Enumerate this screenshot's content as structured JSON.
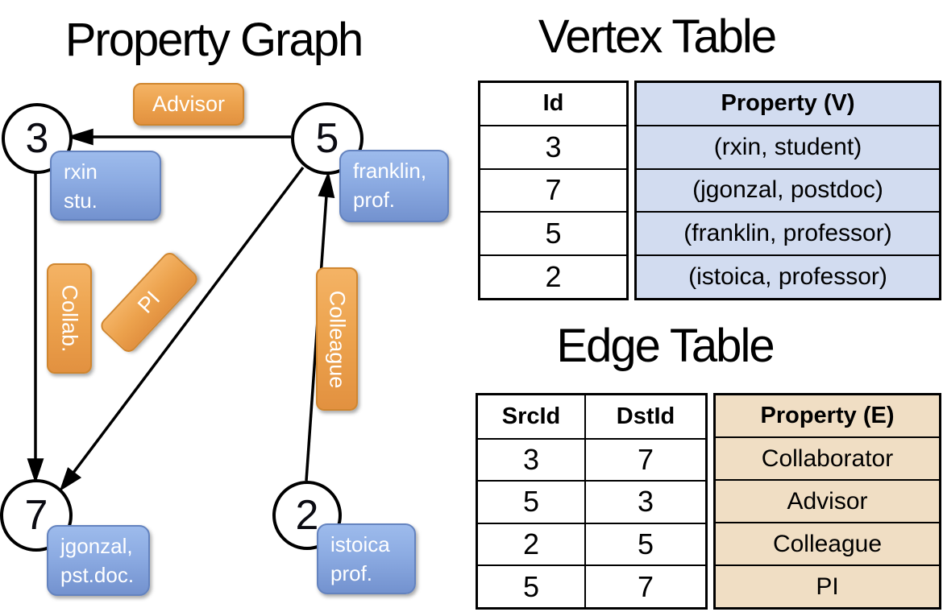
{
  "graph": {
    "title": "Property Graph",
    "nodes": [
      {
        "id": "3",
        "property_lines": [
          "rxin",
          "stu."
        ]
      },
      {
        "id": "5",
        "property_lines": [
          "franklin,",
          "prof."
        ]
      },
      {
        "id": "7",
        "property_lines": [
          "jgonzal,",
          "pst.doc."
        ]
      },
      {
        "id": "2",
        "property_lines": [
          "istoica",
          "prof."
        ]
      }
    ],
    "edges": [
      {
        "src": "5",
        "dst": "3",
        "label": "Advisor"
      },
      {
        "src": "3",
        "dst": "7",
        "label": "Collab."
      },
      {
        "src": "5",
        "dst": "7",
        "label": "PI"
      },
      {
        "src": "2",
        "dst": "5",
        "label": "Colleague"
      }
    ]
  },
  "vertex_table": {
    "title": "Vertex Table",
    "columns": {
      "id": "Id",
      "property": "Property (V)"
    },
    "rows": [
      {
        "id": "3",
        "property": "(rxin, student)"
      },
      {
        "id": "7",
        "property": "(jgonzal, postdoc)"
      },
      {
        "id": "5",
        "property": "(franklin, professor)"
      },
      {
        "id": "2",
        "property": "(istoica, professor)"
      }
    ]
  },
  "edge_table": {
    "title": "Edge Table",
    "columns": {
      "src": "SrcId",
      "dst": "DstId",
      "property": "Property (E)"
    },
    "rows": [
      {
        "src": "3",
        "dst": "7",
        "property": "Collaborator"
      },
      {
        "src": "5",
        "dst": "3",
        "property": "Advisor"
      },
      {
        "src": "2",
        "dst": "5",
        "property": "Colleague"
      },
      {
        "src": "5",
        "dst": "7",
        "property": "PI"
      }
    ]
  },
  "colors": {
    "edge_label_bg": "#ECA24D",
    "vertex_label_bg": "#8CABE2",
    "vertex_property_column_bg": "#D2DCF0",
    "edge_property_column_bg": "#F0DEC4",
    "line_color": "#000000"
  }
}
